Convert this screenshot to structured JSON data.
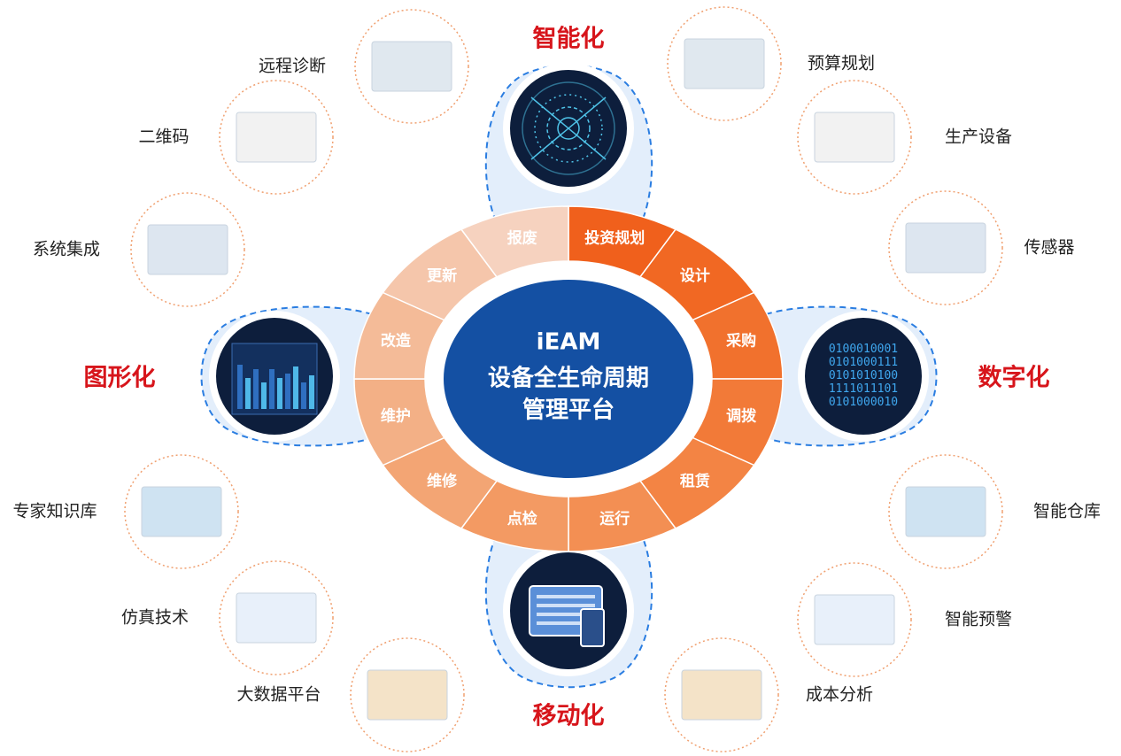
{
  "center": {
    "line1": "iEAM",
    "line2": "设备全生命周期",
    "line3": "管理平台"
  },
  "ring_segments": [
    {
      "label": "投资规划",
      "color": "#f0601c"
    },
    {
      "label": "设计",
      "color": "#f16823"
    },
    {
      "label": "采购",
      "color": "#f1712d"
    },
    {
      "label": "调拨",
      "color": "#f27a38"
    },
    {
      "label": "租赁",
      "color": "#f38444"
    },
    {
      "label": "运行",
      "color": "#f38f53"
    },
    {
      "label": "点检",
      "color": "#f39a63"
    },
    {
      "label": "维修",
      "color": "#f3a574"
    },
    {
      "label": "维护",
      "color": "#f3b086"
    },
    {
      "label": "改造",
      "color": "#f4bb98"
    },
    {
      "label": "更新",
      "color": "#f5c6ab"
    },
    {
      "label": "报废",
      "color": "#f6d2bf"
    }
  ],
  "hubs": {
    "top": "智能化",
    "left": "图形化",
    "right": "数字化",
    "bottom": "移动化"
  },
  "binary_text": [
    "0100010001",
    "0101000111",
    "0101010100",
    "1111011101",
    "0101000010"
  ],
  "satellites": {
    "left": [
      "远程诊断",
      "二维码",
      "系统集成",
      "专家知识库",
      "仿真技术",
      "大数据平台"
    ],
    "right": [
      "预算规划",
      "生产设备",
      "传感器",
      "智能仓库",
      "智能预警",
      "成本分析"
    ]
  },
  "colors": {
    "accent_red": "#d7151b",
    "center_blue": "#1450a3",
    "hub_navy": "#0d1e3c",
    "dashed_blue": "#2a7de1"
  }
}
